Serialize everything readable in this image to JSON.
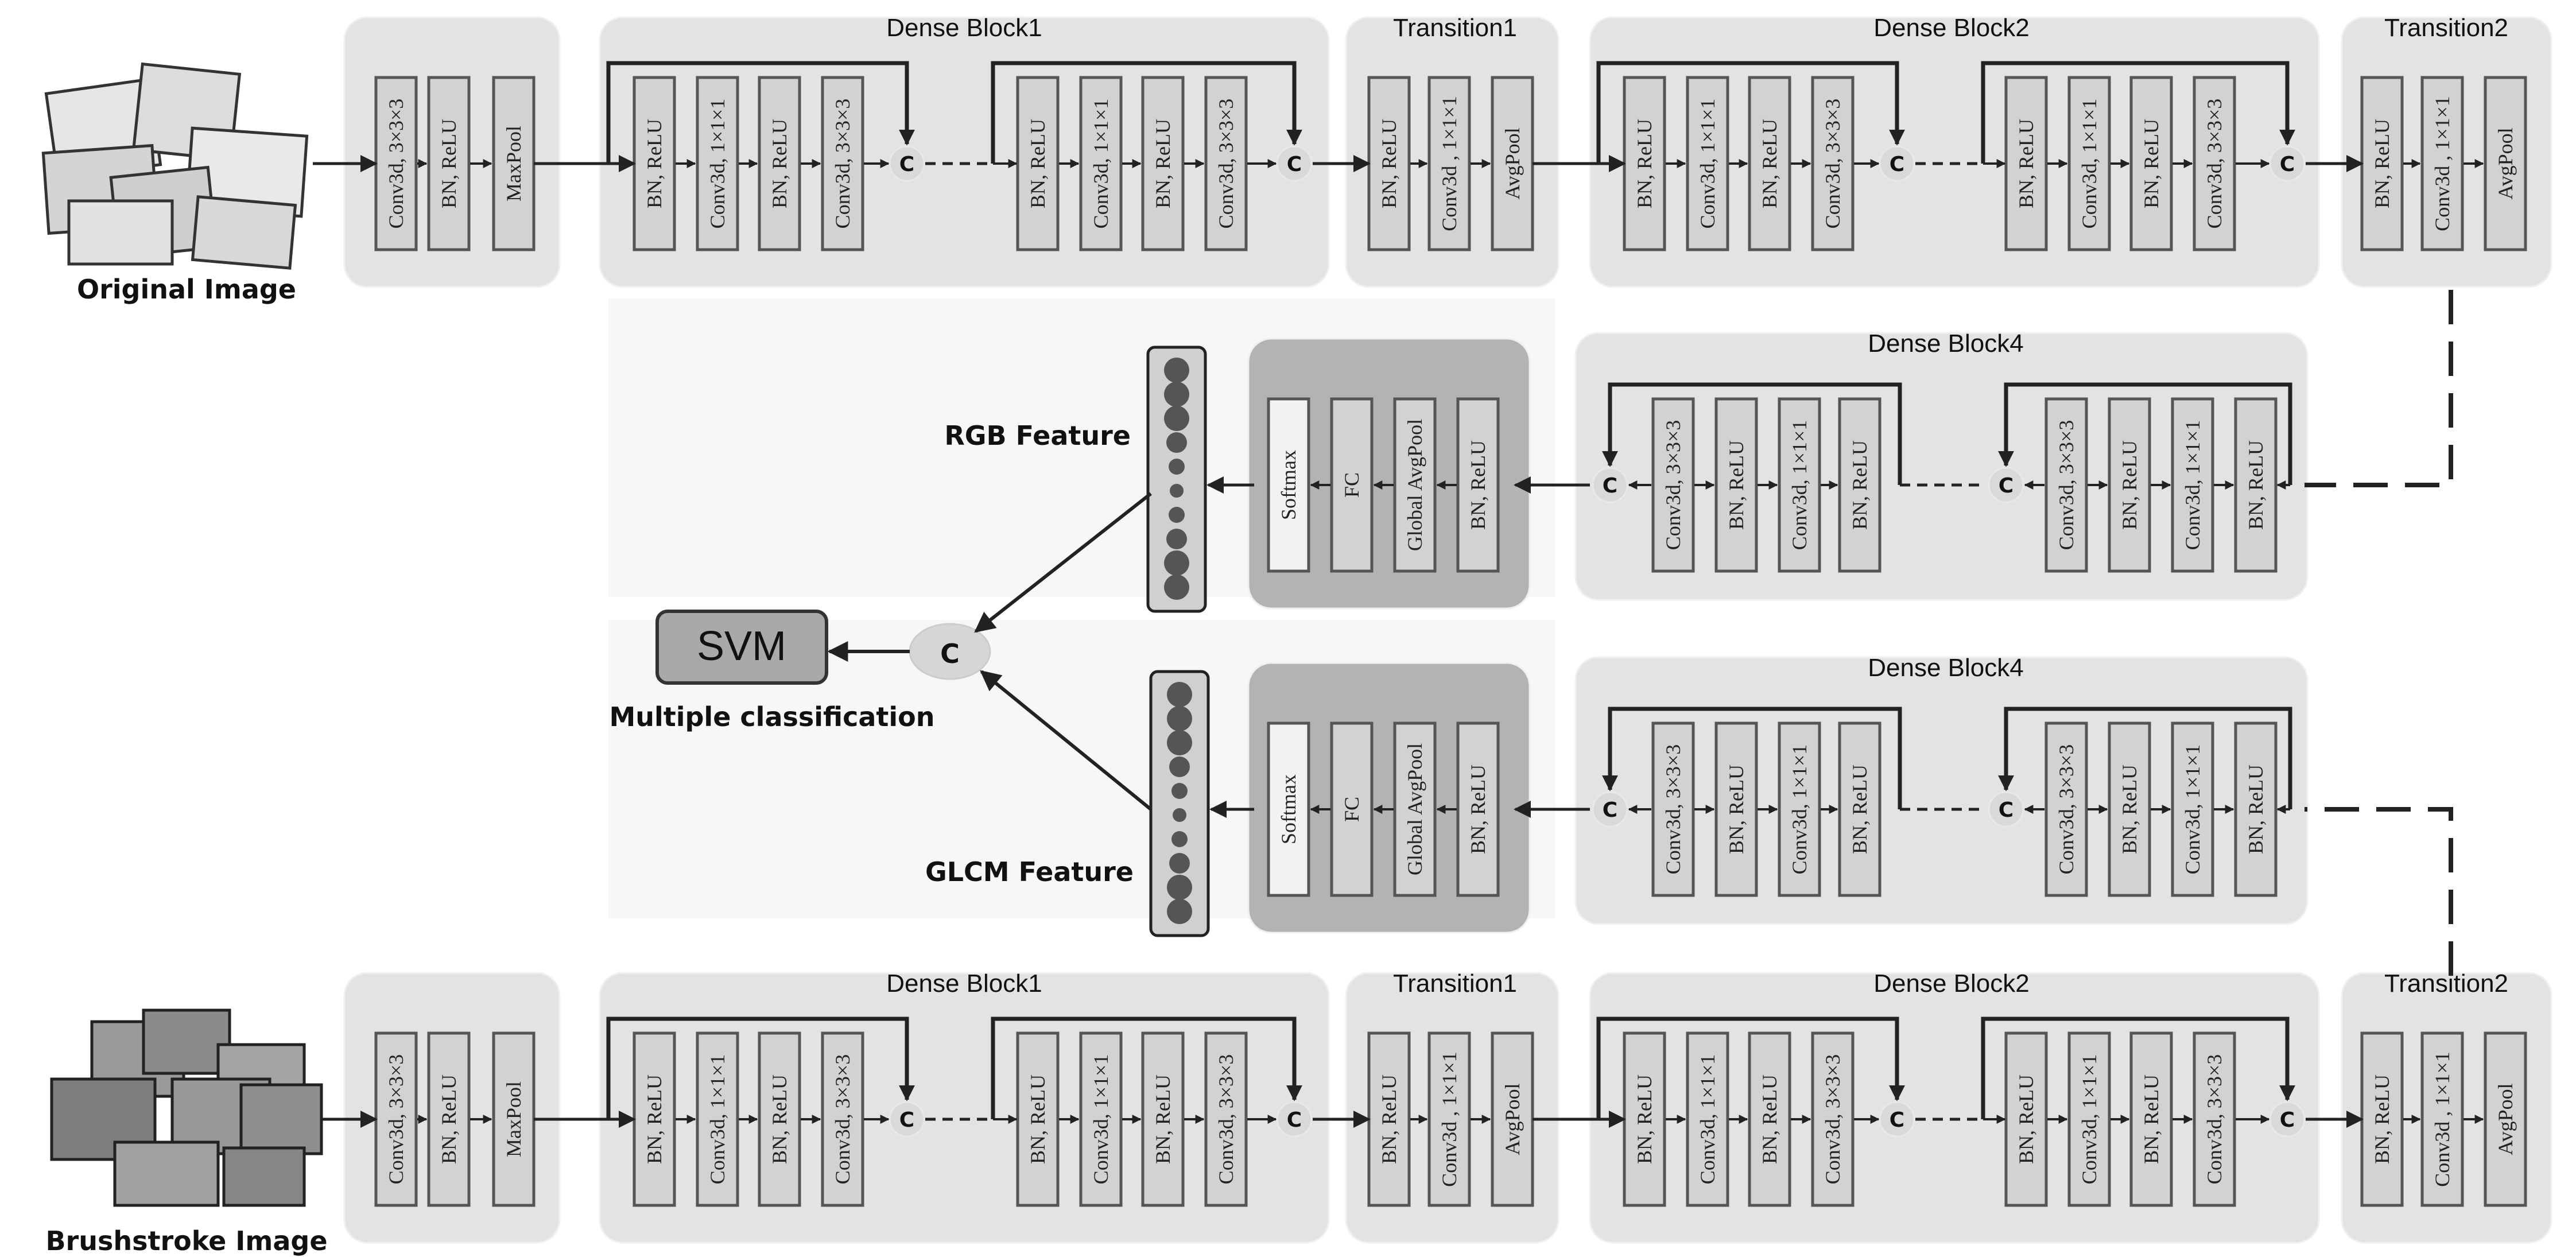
{
  "inputs": {
    "original_label": "Original Image",
    "brushstroke_label": "Brushstroke Image"
  },
  "stem_layers": [
    "Conv3d, 3×3×3",
    "BN, ReLU",
    "MaxPool"
  ],
  "dense_block1": {
    "title": "Dense Block1",
    "layers": [
      "BN, ReLU",
      "Conv3d, 1×1×1",
      "BN, ReLU",
      "Conv3d, 3×3×3"
    ]
  },
  "transition1": {
    "title": "Transition1",
    "layers": [
      "BN, ReLU",
      "Conv3d , 1×1×1",
      "AvgPool"
    ]
  },
  "dense_block2": {
    "title": "Dense Block2",
    "layers": [
      "BN, ReLU",
      "Conv3d, 1×1×1",
      "BN, ReLU",
      "Conv3d, 3×3×3"
    ]
  },
  "transition2": {
    "title": "Transition2",
    "layers": [
      "BN, ReLU",
      "Conv3d , 1×1×1",
      "AvgPool"
    ]
  },
  "dense_block4": {
    "title": "Dense Block4",
    "layers": [
      "Conv3d, 3×3×3",
      "BN, ReLU",
      "Conv3d, 1×1×1",
      "BN, ReLU"
    ]
  },
  "head_rgb_layers": [
    "Softmax",
    "FC",
    "Global AvgPool",
    "BN, ReLU"
  ],
  "head_glcm_layers": [
    "Softmax",
    "FC",
    "Global AvgPool",
    "BN, ReLU"
  ],
  "concat_symbol": "C",
  "features": {
    "rgb": "RGB Feature",
    "glcm": "GLCM Feature"
  },
  "classifier": {
    "name": "SVM",
    "caption": "Multiple classification"
  }
}
